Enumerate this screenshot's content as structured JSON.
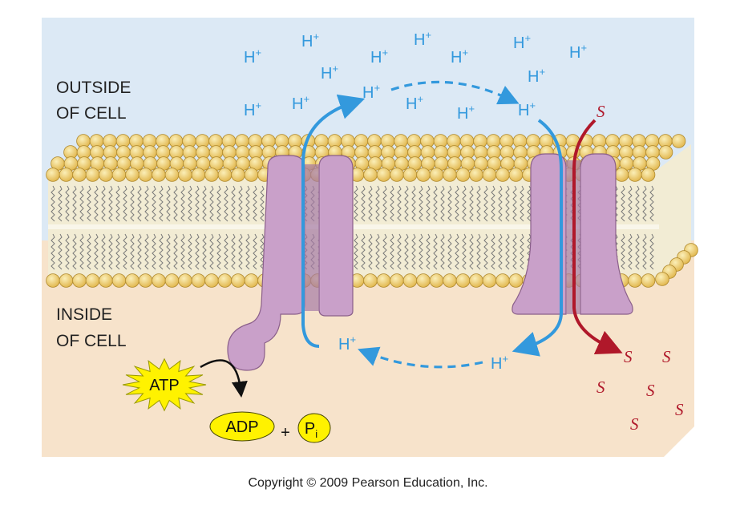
{
  "labels": {
    "outside_line1": "OUTSIDE",
    "outside_line2": "OF CELL",
    "inside_line1": "INSIDE",
    "inside_line2": "OF CELL"
  },
  "ion": {
    "symbol": "H",
    "charge": "+"
  },
  "solute": {
    "symbol": "S"
  },
  "energy": {
    "atp": "ATP",
    "adp": "ADP",
    "plus": "+",
    "pi_main": "P",
    "pi_sub": "i"
  },
  "footer": {
    "copyright": "Copyright © 2009 Pearson Education, Inc."
  },
  "colors": {
    "outside": "#dce9f5",
    "inside": "#f7e3cb",
    "head": "#f1d27c",
    "head_stroke": "#b08a2e",
    "tail": "#7a7a7a",
    "protein": "#c9a0c9",
    "protein_stroke": "#8a5f8a",
    "proton_flow": "#3399dd",
    "solute_flow": "#b0182a",
    "atp": "#fff200",
    "arrow_black": "#111111"
  }
}
